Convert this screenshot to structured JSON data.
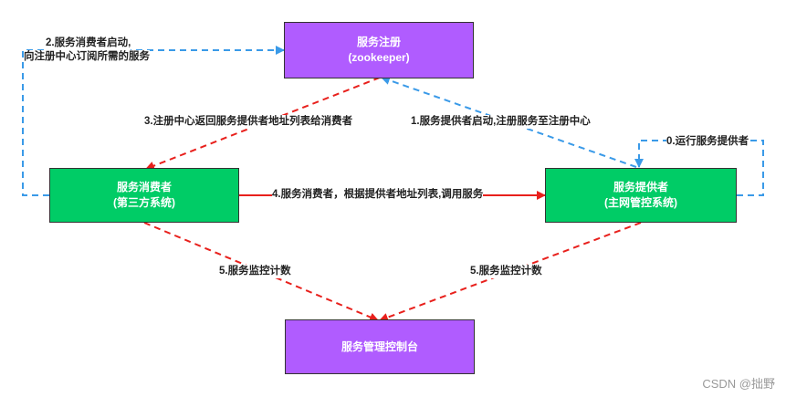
{
  "nodes": {
    "registry": {
      "line1": "服务注册",
      "line2": "(zookeeper)"
    },
    "consumer": {
      "line1": "服务消费者",
      "line2": "(第三方系统)"
    },
    "provider": {
      "line1": "服务提供者",
      "line2": "(主网管控系统)"
    },
    "monitor": {
      "line1": "服务管理控制台"
    }
  },
  "labels": {
    "step0": "0.运行服务提供者",
    "step1": "1.服务提供者启动,注册服务至注册中心",
    "step2_line1": "2.服务消费者启动,",
    "step2_line2": "向注册中心订阅所需的服务",
    "step3": "3.注册中心返回服务提供者地址列表给消费者",
    "step4": "4.服务消费者，根据提供者地址列表,调用服务",
    "step5_left": "5.服务监控计数",
    "step5_right": "5.服务监控计数"
  },
  "colors": {
    "blue_line": "#3a9ae8",
    "red_line": "#e8201c",
    "purple_node": "#b05cff",
    "green_node": "#00cc66"
  },
  "watermark": "CSDN @拙野"
}
